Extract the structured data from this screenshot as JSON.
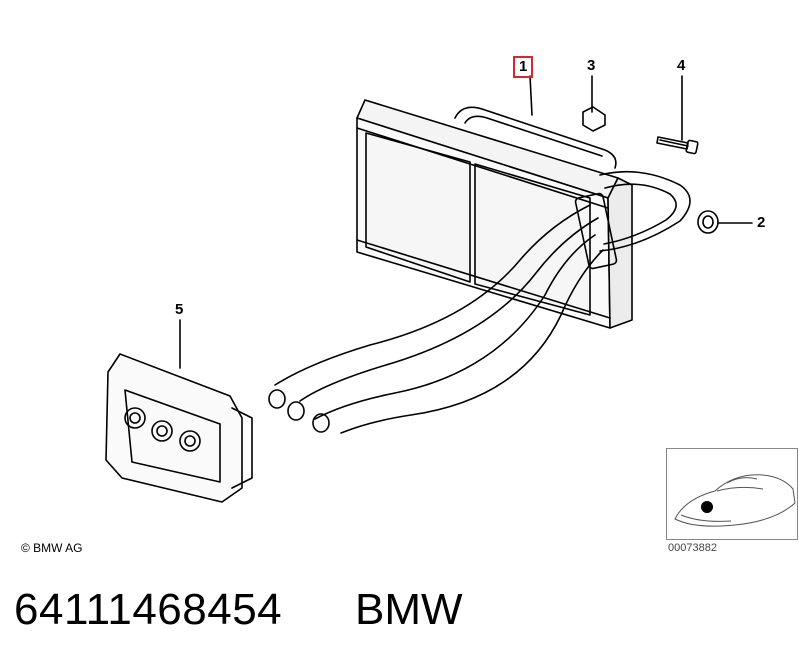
{
  "callouts": [
    {
      "id": "1",
      "selected": true
    },
    {
      "id": "2",
      "selected": false
    },
    {
      "id": "3",
      "selected": false
    },
    {
      "id": "4",
      "selected": false
    },
    {
      "id": "5",
      "selected": false
    }
  ],
  "copyright": "© BMW AG",
  "reference_code": "00073882",
  "part_number": "64111468454",
  "brand": "BMW",
  "colors": {
    "selected_outline": "#d9262b",
    "line": "#000000"
  }
}
